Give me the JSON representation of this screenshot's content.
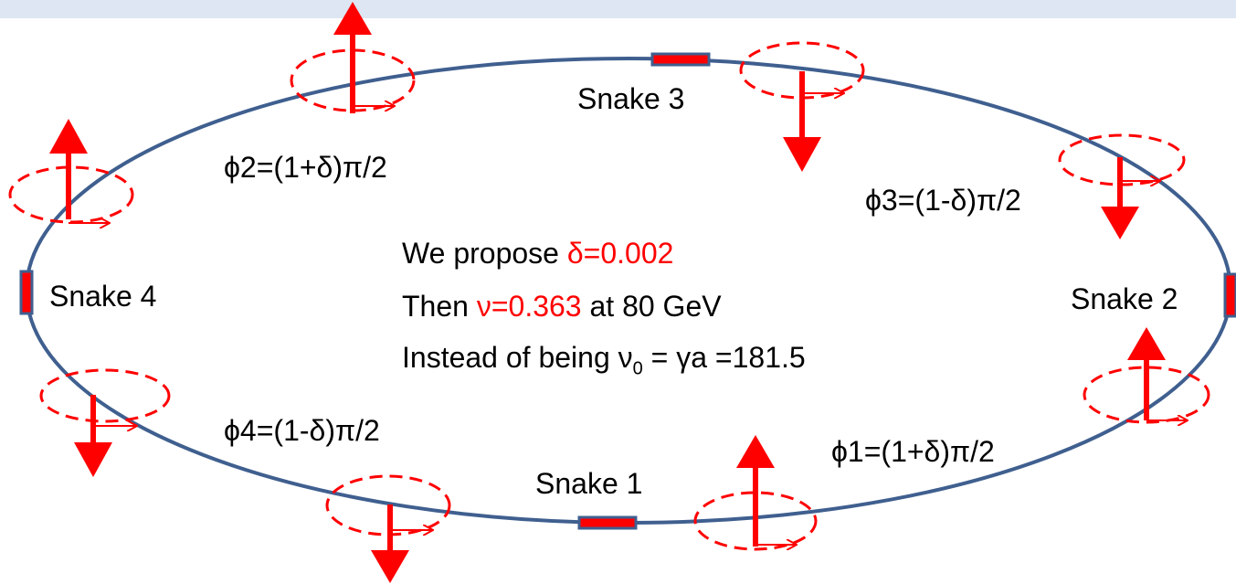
{
  "slide": {
    "title_partial": "",
    "bottom_partial": ""
  },
  "snakes": {
    "snake1": "Snake 1",
    "snake2": "Snake 2",
    "snake3": "Snake 3",
    "snake4": "Snake 4"
  },
  "phases": {
    "phi1": "ϕ1=(1+δ)π/2",
    "phi2": "ϕ2=(1+δ)π/2",
    "phi3": "ϕ3=(1-δ)π/2",
    "phi4": "ϕ4=(1-δ)π/2"
  },
  "center_text": {
    "line1_prefix": "We propose ",
    "line1_value": "δ=0.002",
    "line2_prefix": "Then ",
    "line2_value": "ν=0.363",
    "line2_suffix": " at 80 GeV",
    "line3_prefix": "Instead of being ν",
    "line3_sub": "0",
    "line3_suffix": " = γa =181.5"
  },
  "colors": {
    "ring": "#3f5f8f",
    "spin": "#ff0000",
    "snake_marker_fill": "#ff0000",
    "snake_marker_border": "#3f5f8f"
  },
  "icons": {
    "spin_up": "spin-up-arrow-icon",
    "spin_down": "spin-down-arrow-icon",
    "precession": "precession-ellipse-icon"
  }
}
